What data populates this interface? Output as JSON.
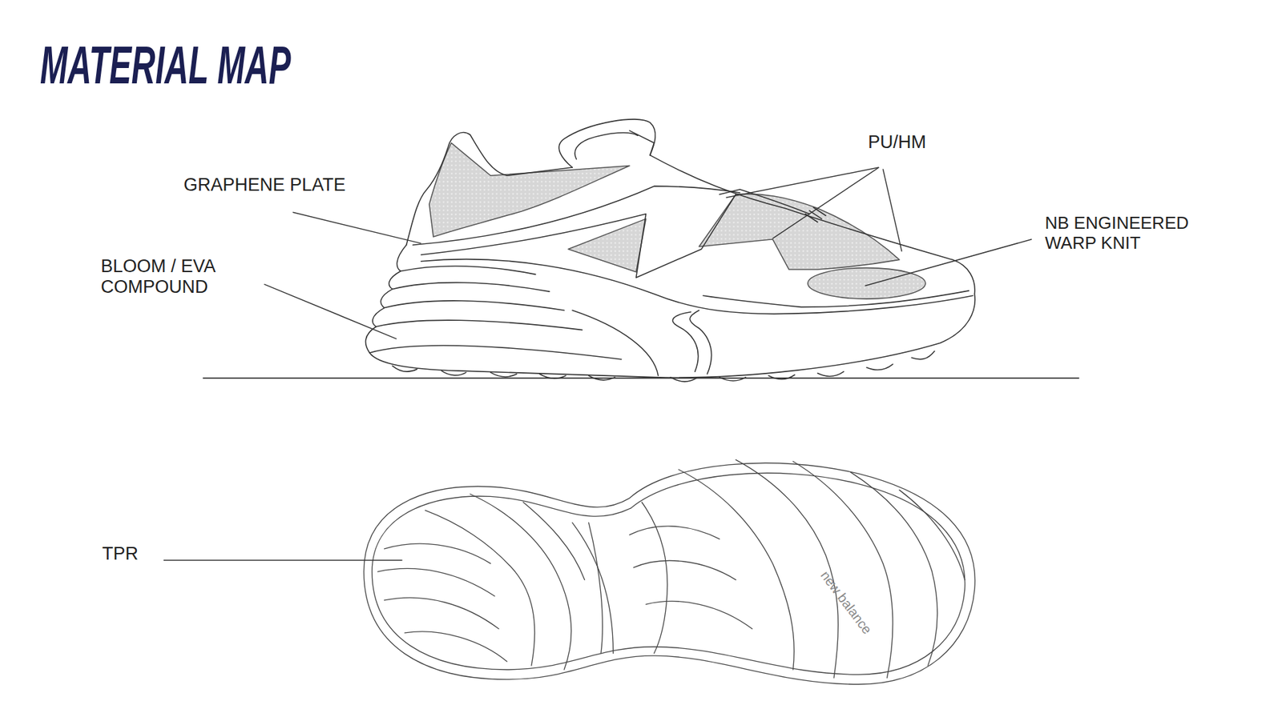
{
  "diagram": {
    "title": "MATERIAL MAP",
    "labels": [
      "GRAPHENE PLATE",
      "PU/HM",
      "NB ENGINEERED WARP KNIT",
      "BLOOM / EVA COMPOUND",
      "TPR",
      "new balance"
    ]
  }
}
